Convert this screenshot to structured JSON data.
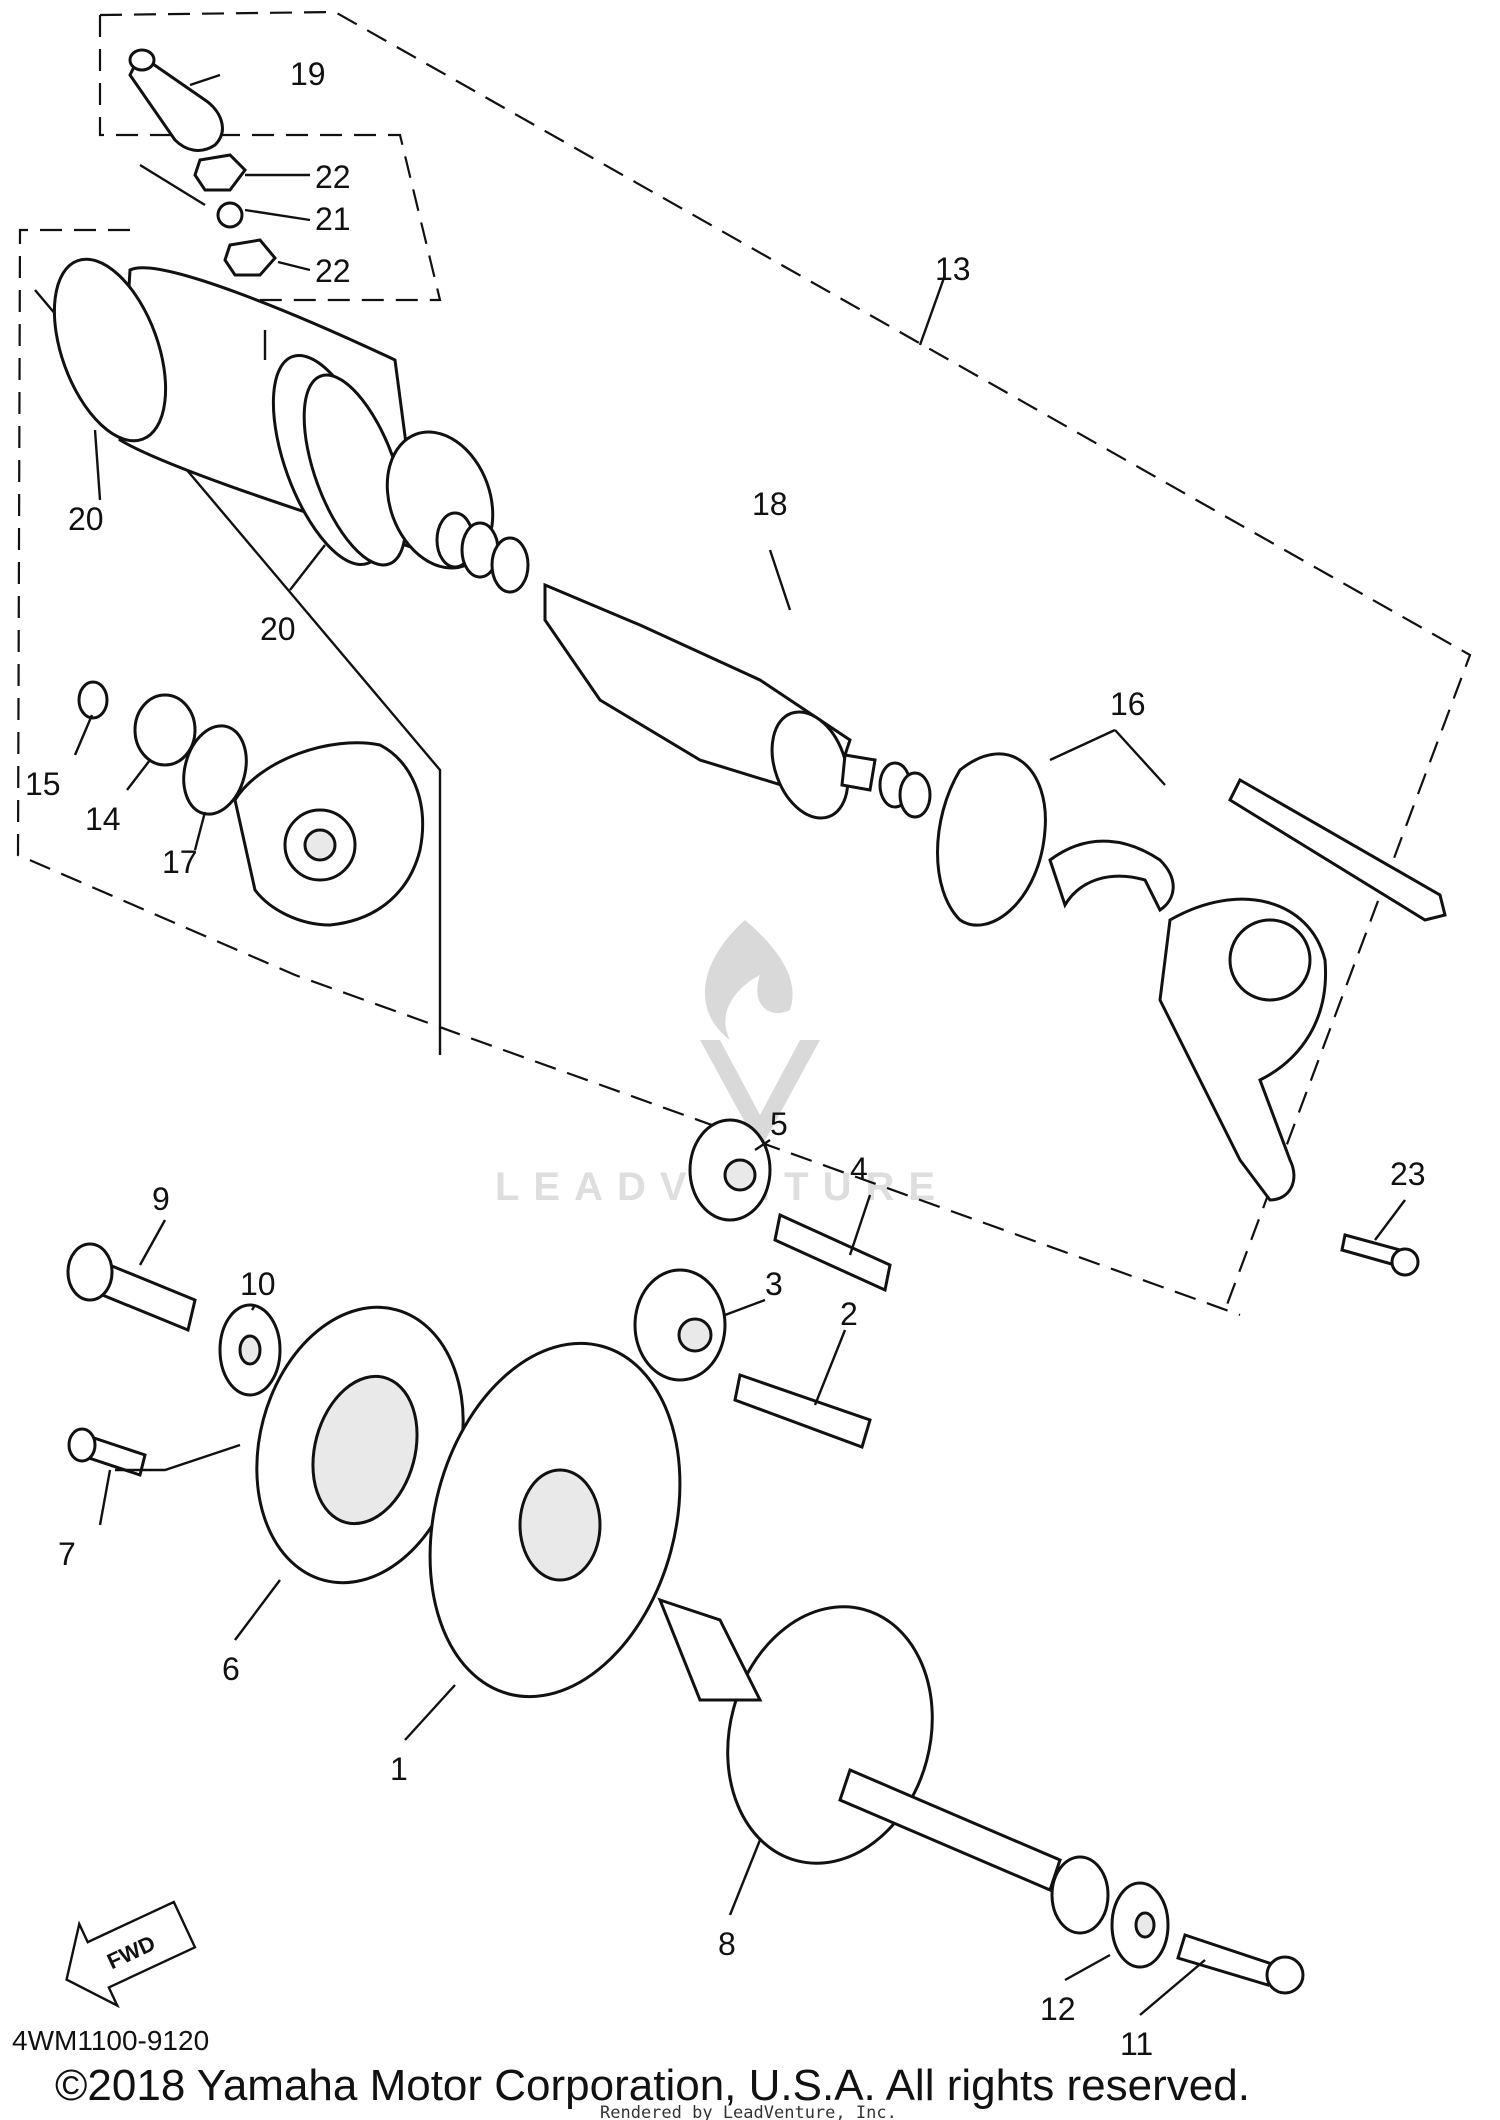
{
  "diagram": {
    "callouts": [
      "19",
      "22",
      "21",
      "22",
      "13",
      "20",
      "20",
      "18",
      "16",
      "15",
      "14",
      "17",
      "5",
      "4",
      "23",
      "9",
      "10",
      "3",
      "2",
      "7",
      "6",
      "1",
      "8",
      "12",
      "11"
    ],
    "fwd_label": "FWD",
    "diagram_code": "4WM1100-9120",
    "copyright": "©2018 Yamaha Motor Corporation, U.S.A. All rights reserved.",
    "rendered_by": "Rendered by LeadVenture, Inc.",
    "watermark": "LEADVENTURE"
  }
}
